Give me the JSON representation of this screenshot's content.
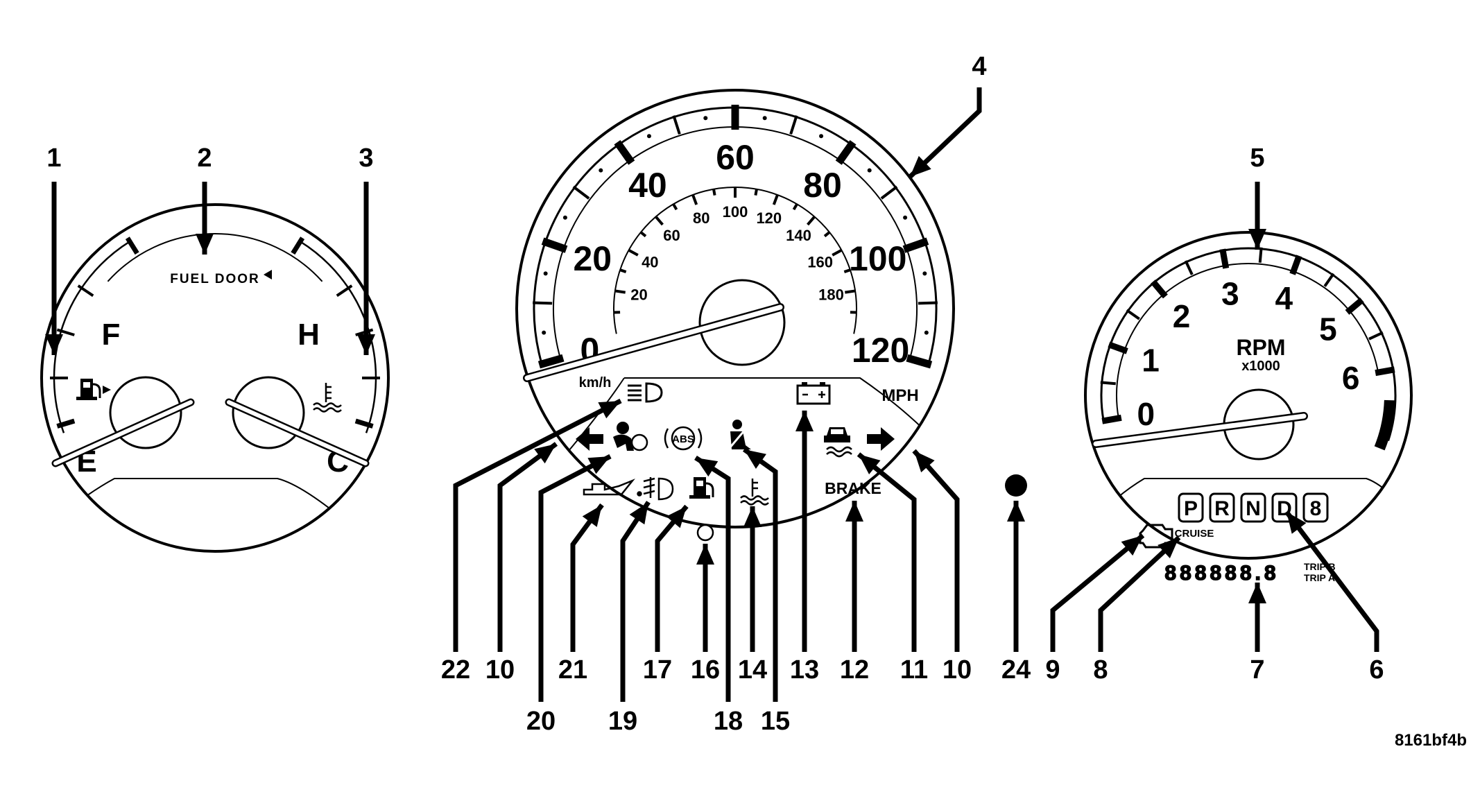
{
  "figure_code": "8161bf4b",
  "callouts": [
    "1",
    "2",
    "3",
    "4",
    "5",
    "6",
    "7",
    "8",
    "9",
    "10",
    "10",
    "11",
    "12",
    "13",
    "14",
    "15",
    "16",
    "17",
    "18",
    "19",
    "20",
    "21",
    "22",
    "24"
  ],
  "left_gauge": {
    "fuel_door": "FUEL DOOR",
    "fuel_full": "F",
    "fuel_empty": "E",
    "temp_hot": "H",
    "temp_cold": "C"
  },
  "speedometer": {
    "mph_labels": [
      "0",
      "20",
      "40",
      "60",
      "80",
      "100",
      "120"
    ],
    "kmh_labels": [
      "20",
      "40",
      "60",
      "80",
      "100",
      "120",
      "140",
      "160",
      "180"
    ],
    "mph_unit": "MPH",
    "kmh_unit": "km/h",
    "brake_label": "BRAKE",
    "abs_label": "ABS"
  },
  "tachometer": {
    "labels": [
      "0",
      "1",
      "2",
      "3",
      "4",
      "5",
      "6"
    ],
    "unit": "RPM",
    "unit_sub": "x1000",
    "gears": [
      "P",
      "R",
      "N",
      "D",
      "8"
    ],
    "cruise": "CRUISE",
    "odometer": "888888.8",
    "trip_b": "TRIP B",
    "trip_a": "TRIP A"
  },
  "icons": [
    "headlamp-high-beam-icon",
    "turn-signal-left-icon",
    "airbag-icon",
    "abs-icon",
    "seatbelt-icon",
    "battery-icon",
    "traction-control-icon",
    "turn-signal-right-icon",
    "oil-pressure-icon",
    "fog-lamp-icon",
    "low-fuel-icon",
    "coolant-temp-icon",
    "fuel-pump-icon",
    "check-engine-icon"
  ]
}
